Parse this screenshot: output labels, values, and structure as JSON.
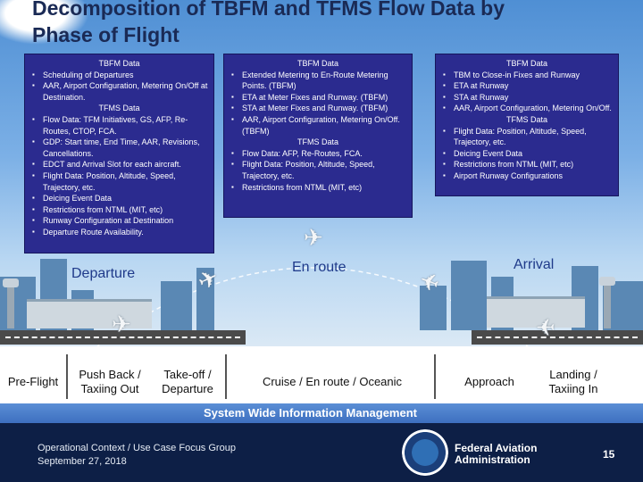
{
  "title": "Decomposition of TBFM and TFMS Flow Data by Phase of Flight",
  "panels": {
    "departure": {
      "header1": "TBFM Data",
      "tbfm_items": [
        "Scheduling of Departures",
        "AAR, Airport Configuration, Metering On/Off at Destination."
      ],
      "header2": "TFMS Data",
      "tfms_items": [
        "Flow Data: TFM Initiatives, GS, AFP, Re-Routes, CTOP, FCA.",
        "GDP: Start time, End Time, AAR, Revisions, Cancellations.",
        "EDCT and Arrival Slot for each aircraft.",
        "Flight Data: Position, Altitude, Speed, Trajectory, etc.",
        "Deicing Event Data",
        "Restrictions from NTML (MIT, etc)",
        "Runway Configuration at Destination",
        "Departure Route Availability."
      ]
    },
    "enroute": {
      "header1": "TBFM Data",
      "tbfm_items": [
        "Extended Metering to En-Route Metering Points. (TBFM)",
        "ETA at Meter Fixes and Runway. (TBFM)",
        "STA at Meter Fixes and Runway. (TBFM)",
        "AAR, Airport Configuration, Metering On/Off. (TBFM)"
      ],
      "header2": "TFMS Data",
      "tfms_items": [
        "Flow Data: AFP, Re-Routes, FCA.",
        "Flight Data: Position, Altitude, Speed, Trajectory, etc.",
        "Restrictions from NTML (MIT, etc)"
      ]
    },
    "arrival": {
      "header1": "TBFM Data",
      "tbfm_items": [
        "TBM to Close-in Fixes and Runway",
        "ETA at Runway",
        "STA at Runway",
        "AAR, Airport Configuration, Metering On/Off."
      ],
      "header2": "TFMS Data",
      "tfms_items": [
        "Flight Data: Position, Altitude, Speed, Trajectory, etc.",
        "Deicing Event Data",
        "Restrictions from NTML (MIT, etc)",
        "Airport Runway Configurations"
      ]
    }
  },
  "phase_labels": {
    "departure": "Departure",
    "enroute": "En route",
    "arrival": "Arrival"
  },
  "steps": {
    "preflight": "Pre-Flight",
    "pushback": "Push Back / Taxiing Out",
    "takeoff": "Take-off / Departure",
    "cruise": "Cruise / En route / Oceanic",
    "approach": "Approach",
    "landing": "Landing / Taxiing In"
  },
  "banner": "System Wide Information Management",
  "footer": {
    "context_line1": "Operational Context / Use Case Focus Group",
    "context_line2": "September 27, 2018",
    "agency_line1": "Federal Aviation",
    "agency_line2": "Administration",
    "page_number": "15"
  },
  "colors": {
    "panel_bg": "#2b2b8f",
    "footer_bg": "#0d1f46",
    "banner_bg": "#4a7fcc",
    "phase_label": "#1f3a8a"
  }
}
